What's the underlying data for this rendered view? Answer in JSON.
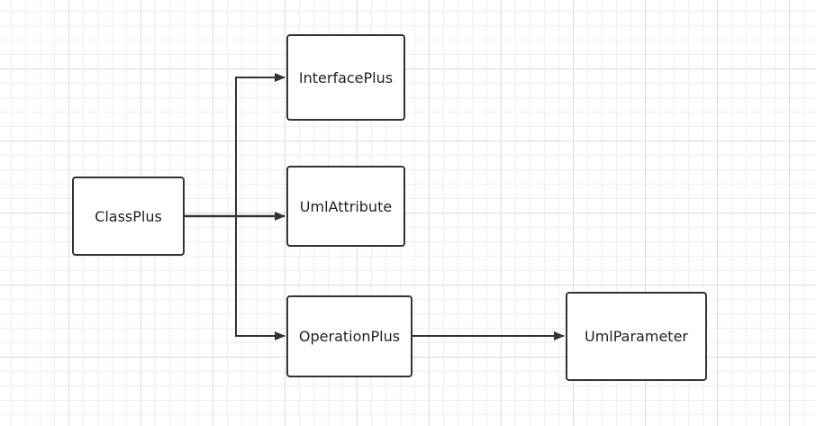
{
  "diagram": {
    "nodes": [
      {
        "id": "classplus",
        "label": "ClassPlus"
      },
      {
        "id": "interfaceplus",
        "label": "InterfacePlus"
      },
      {
        "id": "umlattribute",
        "label": "UmlAttribute"
      },
      {
        "id": "operationplus",
        "label": "OperationPlus"
      },
      {
        "id": "umlparameter",
        "label": "UmlParameter"
      }
    ],
    "edges": [
      {
        "from": "classplus",
        "to": "interfaceplus"
      },
      {
        "from": "classplus",
        "to": "umlattribute"
      },
      {
        "from": "classplus",
        "to": "operationplus"
      },
      {
        "from": "operationplus",
        "to": "umlparameter"
      }
    ],
    "colors": {
      "stroke": "#333333",
      "node_fill": "#ffffff",
      "grid_major": "#dcdcdc",
      "grid_minor": "#f0f0f0"
    }
  }
}
